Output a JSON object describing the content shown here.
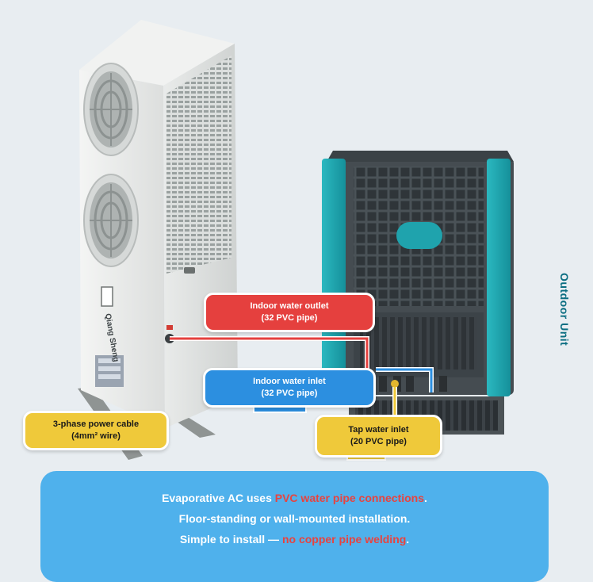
{
  "side_label": "Outdoor Unit",
  "unit_left": {
    "brand_text": "Qiang Sheng"
  },
  "callouts": {
    "indoor_outlet": {
      "line1": "Indoor water outlet",
      "line2": "(32 PVC pipe)"
    },
    "indoor_inlet": {
      "line1": "Indoor water inlet",
      "line2": "(32 PVC pipe)"
    },
    "power_cable": {
      "line1": "3-phase power cable",
      "line2": "(4mm² wire)"
    },
    "tap_inlet": {
      "line1": "Tap water inlet",
      "line2": "(20 PVC pipe)"
    }
  },
  "info": {
    "line1_pre": "Evaporative AC uses ",
    "line1_hl": "PVC water pipe connections",
    "line1_post": ".",
    "line2": "Floor-standing or wall-mounted installation.",
    "line3_pre": "Simple to install — ",
    "line3_hl": "no copper pipe welding",
    "line3_post": "."
  },
  "colors": {
    "outlet_pipe": "#e5403e",
    "inlet_pipe": "#2c8fe0",
    "tap_pipe": "#efc93a",
    "panel": "#4fb1ec",
    "highlight": "#e8433f",
    "teal": "#1fa3ad"
  }
}
